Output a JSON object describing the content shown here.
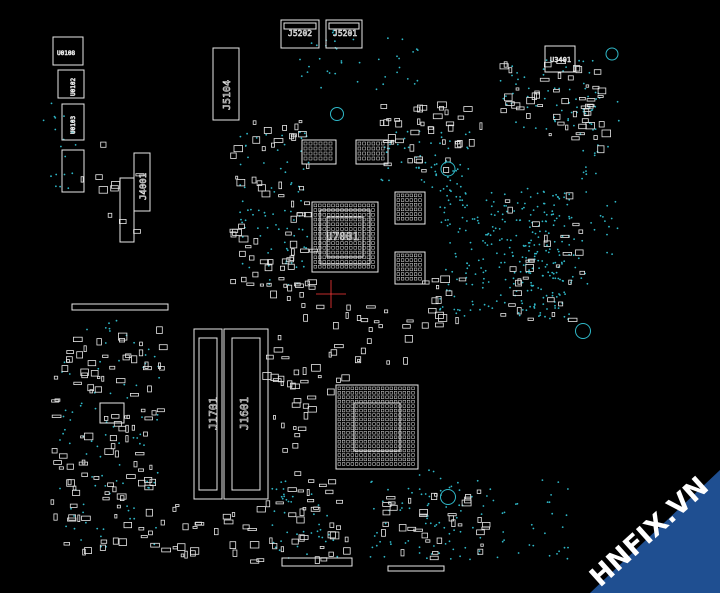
{
  "viewer": {
    "watermark": "HNFIX.VN",
    "colors": {
      "background": "#000000",
      "outline": "#e8e8e8",
      "via": "#2fb8c8",
      "cursor": "#ff3a3a",
      "ribbon": "#1f4f91",
      "ribbon_text": "#ffffff",
      "ribbon_accent": "#ff2b2b"
    }
  },
  "designators": {
    "j5202": "J5202",
    "j5201": "J5201",
    "j5104": "J5104",
    "u3401": "U3401",
    "j4001": "J4001",
    "u7001": "U7001",
    "j1701": "J1701",
    "j1601": "J1601",
    "u0108": "U0108",
    "u0102": "U0102",
    "u0103": "U0103"
  }
}
